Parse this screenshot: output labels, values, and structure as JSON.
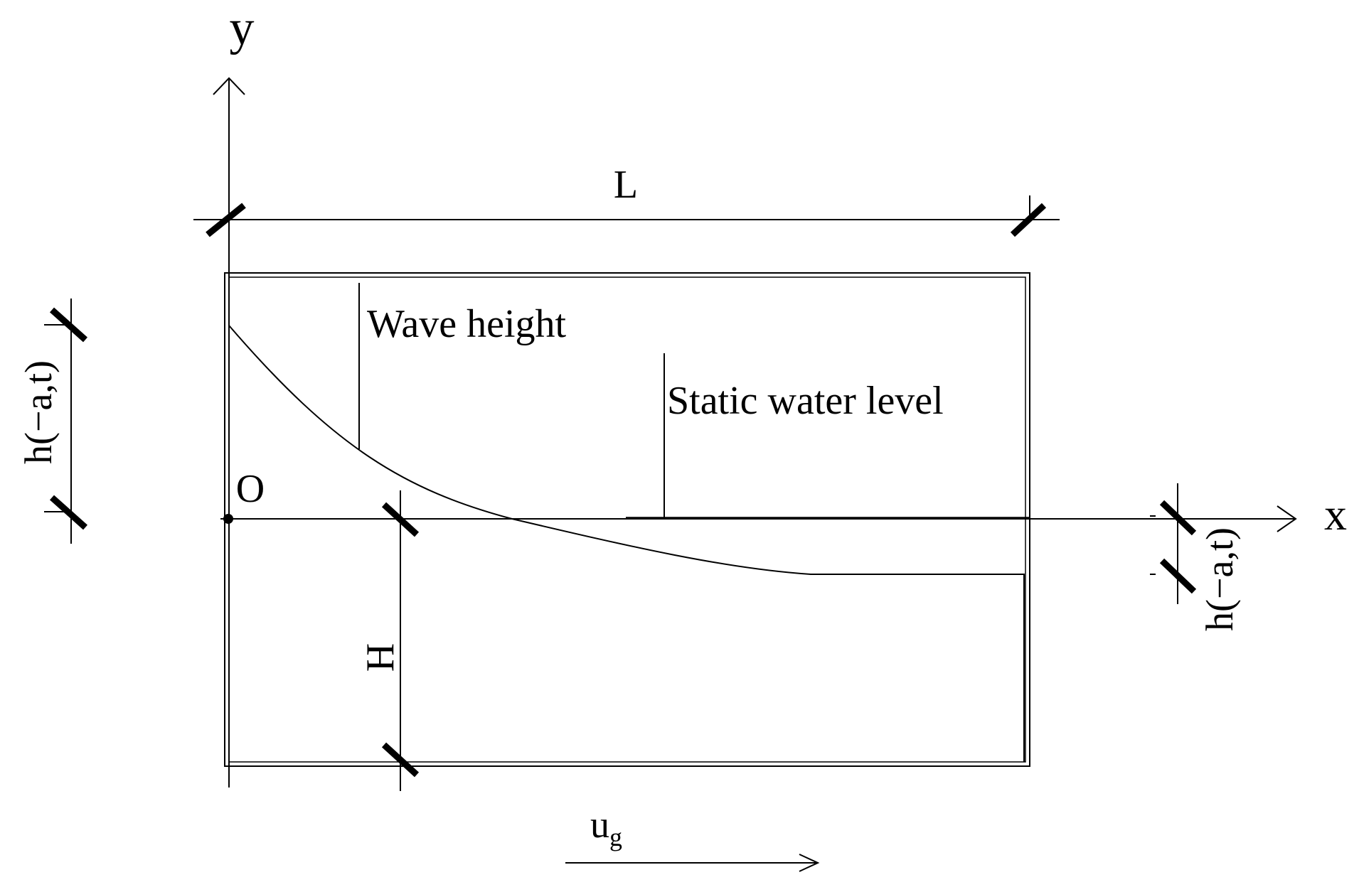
{
  "diagram": {
    "axis_y_label": "y",
    "axis_x_label": "x",
    "origin_label": "O",
    "length_label": "L",
    "wave_height_label": "Wave height",
    "static_level_label": "Static water level",
    "depth_label": "H",
    "left_h_label": "h(−a,t)",
    "right_h_label": "h(−a,t)",
    "velocity_label": "u",
    "velocity_subscript": "g"
  }
}
